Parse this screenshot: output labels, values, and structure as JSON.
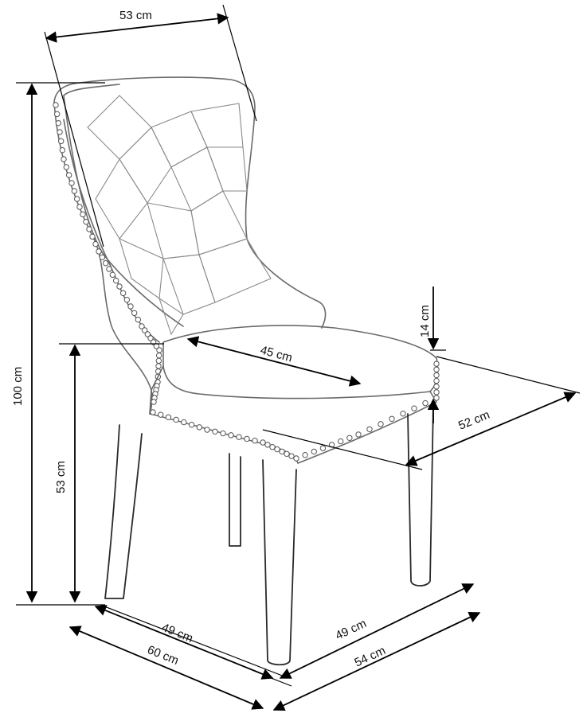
{
  "dimensions": {
    "back_width": "53 cm",
    "total_height": "100 cm",
    "seat_height": "53 cm",
    "seat_width": "45 cm",
    "armrest_height": "14 cm",
    "seat_depth": "52 cm",
    "leg_width": "49 cm",
    "overall_width": "60 cm",
    "leg_depth": "49 cm",
    "overall_depth": "54 cm"
  },
  "colors": {
    "outline": "#6a6a6a",
    "dimension_line": "#000000",
    "background": "#ffffff"
  }
}
